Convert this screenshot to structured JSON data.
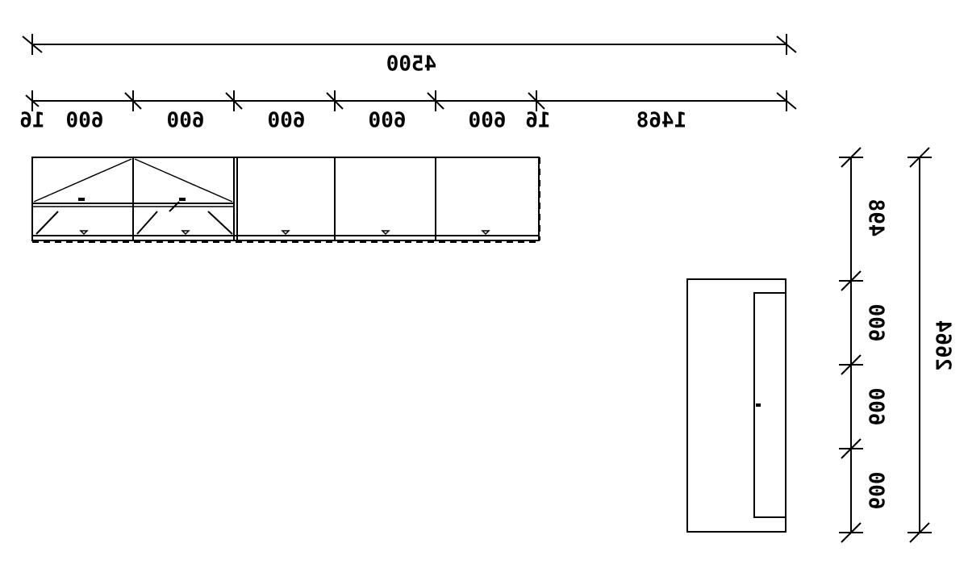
{
  "drawing": {
    "ink_color": "#000000",
    "background": "#ffffff",
    "text_mirrored": true
  },
  "dimensions": {
    "overall_width": "4500",
    "top_segments": [
      "16",
      "600",
      "600",
      "600",
      "600",
      "600",
      "16",
      "1468"
    ],
    "right_segments": [
      "498",
      "600",
      "600",
      "600"
    ],
    "right_overall": "2664"
  }
}
